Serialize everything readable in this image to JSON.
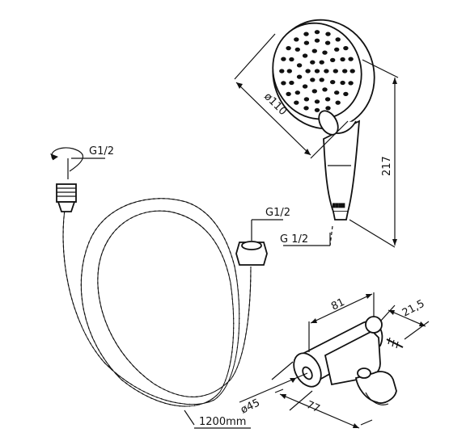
{
  "labels": {
    "inlet_thread_top": "G1/2",
    "hose_nut_thread": "G1/2",
    "handle_thread": "G 1/2",
    "head_diameter": "ø110",
    "total_length": "217",
    "hose_length": "1200mm",
    "holder_width": "81",
    "holder_offset": "21,5",
    "holder_diameter": "ø45",
    "holder_depth": "77"
  }
}
